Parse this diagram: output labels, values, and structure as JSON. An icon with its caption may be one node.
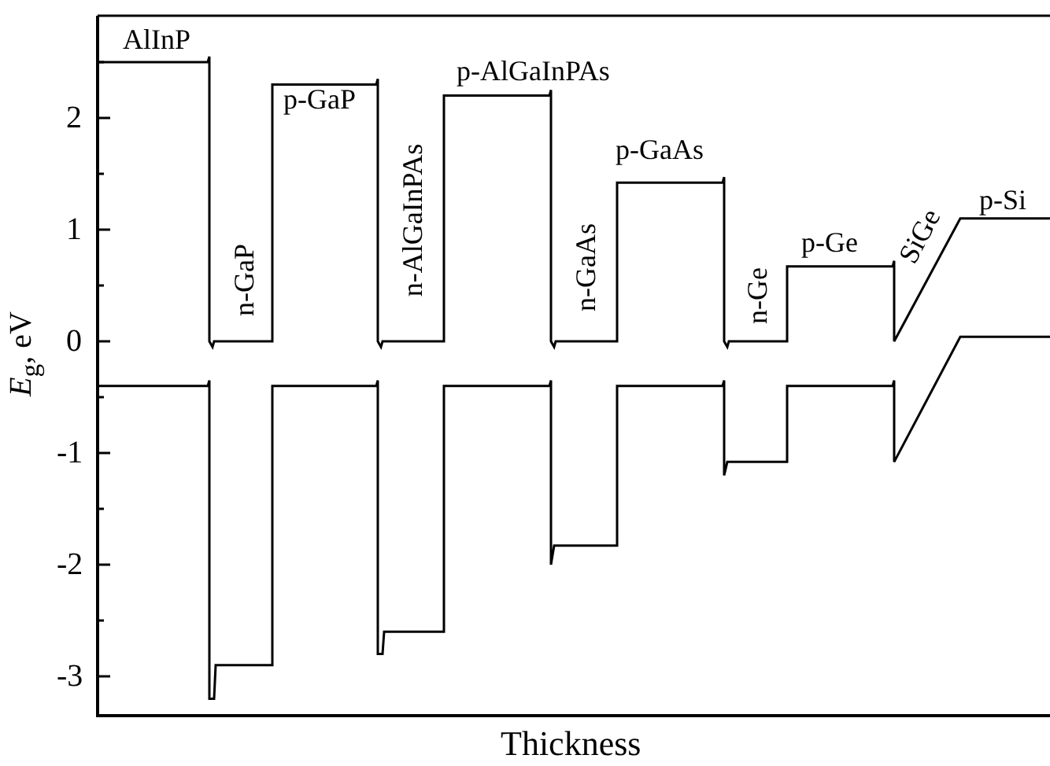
{
  "diagram": {
    "labels": [
      "AlInP",
      "n-GaP",
      "p-GaP",
      "n-AlGaInPAs",
      "p-AlGaInPAs",
      "n-GaAs",
      "p-GaAs",
      "n-Ge",
      "p-Ge",
      "SiGe",
      "p-Si",
      "2",
      "1",
      "0",
      "-1",
      "-2",
      "-3",
      "*E*$_{g}$, eV",
      "Thickness"
    ]
  }
}
